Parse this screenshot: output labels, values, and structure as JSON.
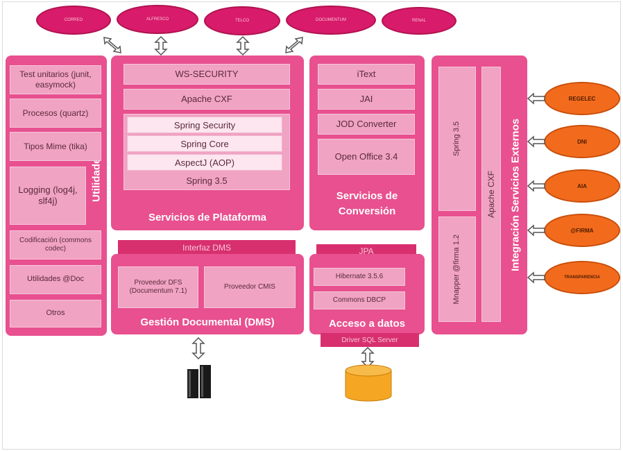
{
  "top_ovals": [
    "CORREO",
    "ALFRESCO",
    "TELCO",
    "DOCUMENTUM",
    "RENAL"
  ],
  "utilidades": {
    "title": "Utilidades",
    "items": [
      "Test unitarios (junit, easymock)",
      "Procesos (quartz)",
      "Tipos Mime (tika)",
      "Logging (log4j, slf4j)",
      "Codificación (commons codec)",
      "Utilidades @Doc",
      "Otros"
    ]
  },
  "plataforma": {
    "title": "Servicios de Plataforma",
    "ws_security": "WS-SECURITY",
    "apache_cxf": "Apache CXF",
    "spring_security": "Spring Security",
    "spring_core": "Spring Core",
    "aspectj": "AspectJ (AOP)",
    "spring": "Spring 3.5"
  },
  "conversion": {
    "title": "Servicios de Conversión",
    "items": [
      "iText",
      "JAI",
      "JOD Converter",
      "Open Office 3.4"
    ]
  },
  "dms": {
    "interface": "Interfaz DMS",
    "provider_dfs": "Proveedor DFS (Documentum 7.1)",
    "provider_cmis": "Proveedor CMIS",
    "title": "Gestión Documental (DMS)"
  },
  "datos": {
    "jpa": "JPA",
    "hibernate": "Hibernate 3.5.6",
    "dbcp": "Commons DBCP",
    "title": "Acceso a datos",
    "driver": "Driver SQL Server"
  },
  "integracion": {
    "title": "Integración Servicios Externos",
    "spring": "Spring 3.5",
    "apache_cxf": "Apache CXF",
    "mapper": "Mnapper @firma 1.2"
  },
  "right_ovals": [
    "REGELEC",
    "DNI",
    "AIA",
    "@FIRMA",
    "TRANSPARENCIA"
  ],
  "colors": {
    "panel": "#e8508f",
    "oval_top": "#d81b6a",
    "oval_right": "#f26b1d",
    "database": "#f5a623",
    "server": "#1a1a1a"
  }
}
